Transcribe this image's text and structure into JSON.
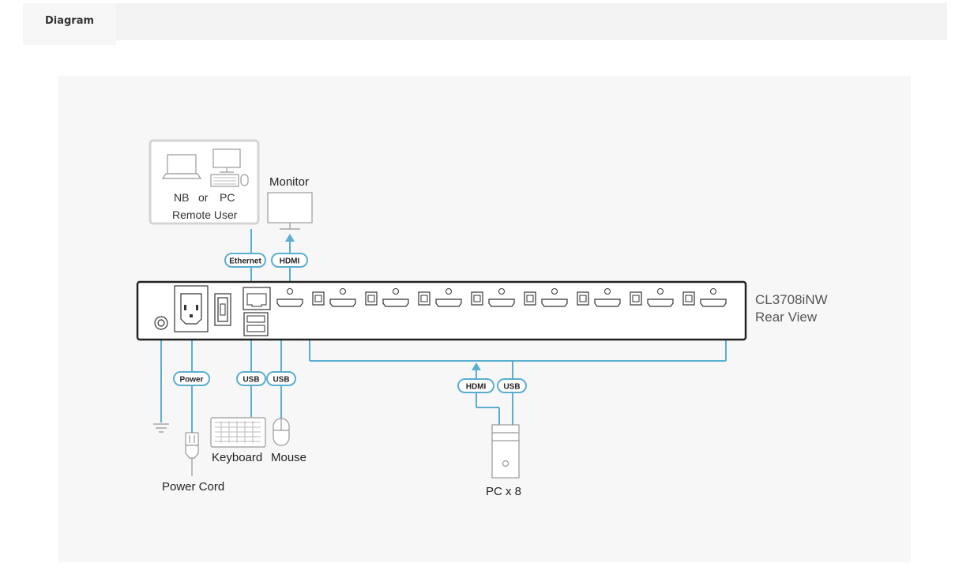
{
  "tab": {
    "label": "Diagram"
  },
  "colors": {
    "cable": "#5aaed0",
    "device_outline": "#333333",
    "panel_bg": "#f7f7f7"
  },
  "remote_user": {
    "nb_label": "NB",
    "or_label": "or",
    "pc_label": "PC",
    "caption": "Remote User"
  },
  "monitor": {
    "label": "Monitor"
  },
  "device": {
    "model": "CL3708iNW",
    "view": "Rear View",
    "pc_port_pairs": 8
  },
  "cables": {
    "ethernet": "Ethernet",
    "hdmi_monitor": "HDMI",
    "power": "Power",
    "usb_keyboard": "USB",
    "usb_mouse": "USB",
    "hdmi_pc": "HDMI",
    "usb_pc": "USB"
  },
  "peripherals": {
    "keyboard": "Keyboard",
    "mouse": "Mouse",
    "power_cord": "Power Cord",
    "pc": "PC x 8"
  }
}
